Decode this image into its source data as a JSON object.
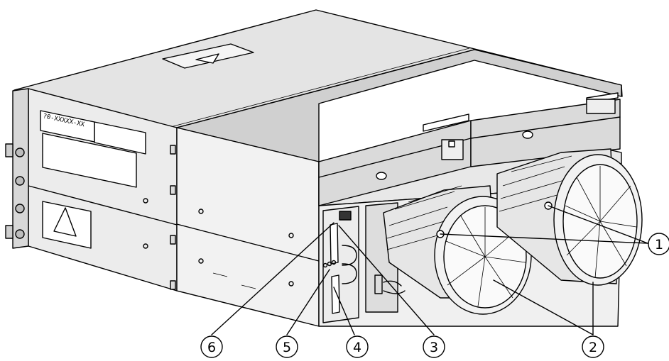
{
  "labels": {
    "chassis_tag": "?0-XXXXX-XX"
  },
  "callouts": [
    {
      "id": "1",
      "text": "1"
    },
    {
      "id": "2",
      "text": "2"
    },
    {
      "id": "3",
      "text": "3"
    },
    {
      "id": "4",
      "text": "4"
    },
    {
      "id": "5",
      "text": "5"
    },
    {
      "id": "6",
      "text": "6"
    }
  ]
}
